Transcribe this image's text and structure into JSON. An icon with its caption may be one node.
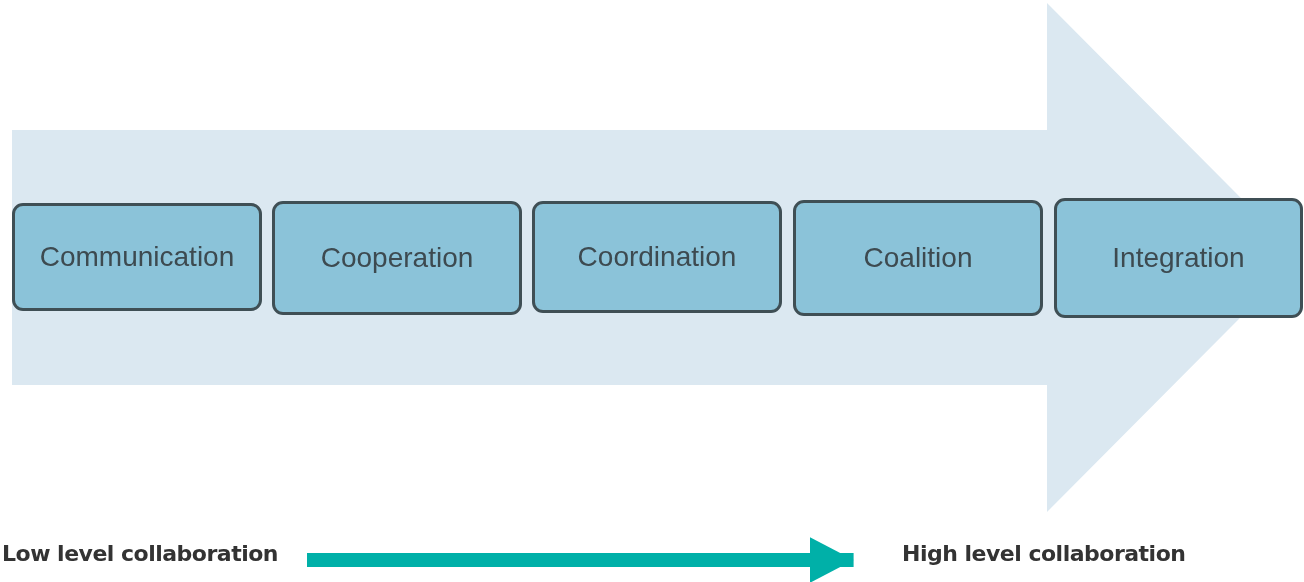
{
  "diagram": {
    "nodes": [
      {
        "text": [],
        "shape": "arrow"
      },
      {
        "text": [
          "Communication"
        ],
        "in": 0
      },
      {
        "text": [
          "Cooperation"
        ],
        "in": 0
      },
      {
        "text": [
          "Coordination"
        ],
        "in": 0
      },
      {
        "text": [
          "Coalition"
        ],
        "in": 0
      },
      {
        "text": [
          "Integration"
        ],
        "in": 0
      },
      {
        "text": [
          "Low level collaboration"
        ]
      },
      {
        "text": [
          "High level collaboration"
        ]
      }
    ],
    "edges": [
      {
        "from": 6,
        "to": 7,
        "arrow": "to",
        "color": "#00b0a8"
      }
    ]
  }
}
